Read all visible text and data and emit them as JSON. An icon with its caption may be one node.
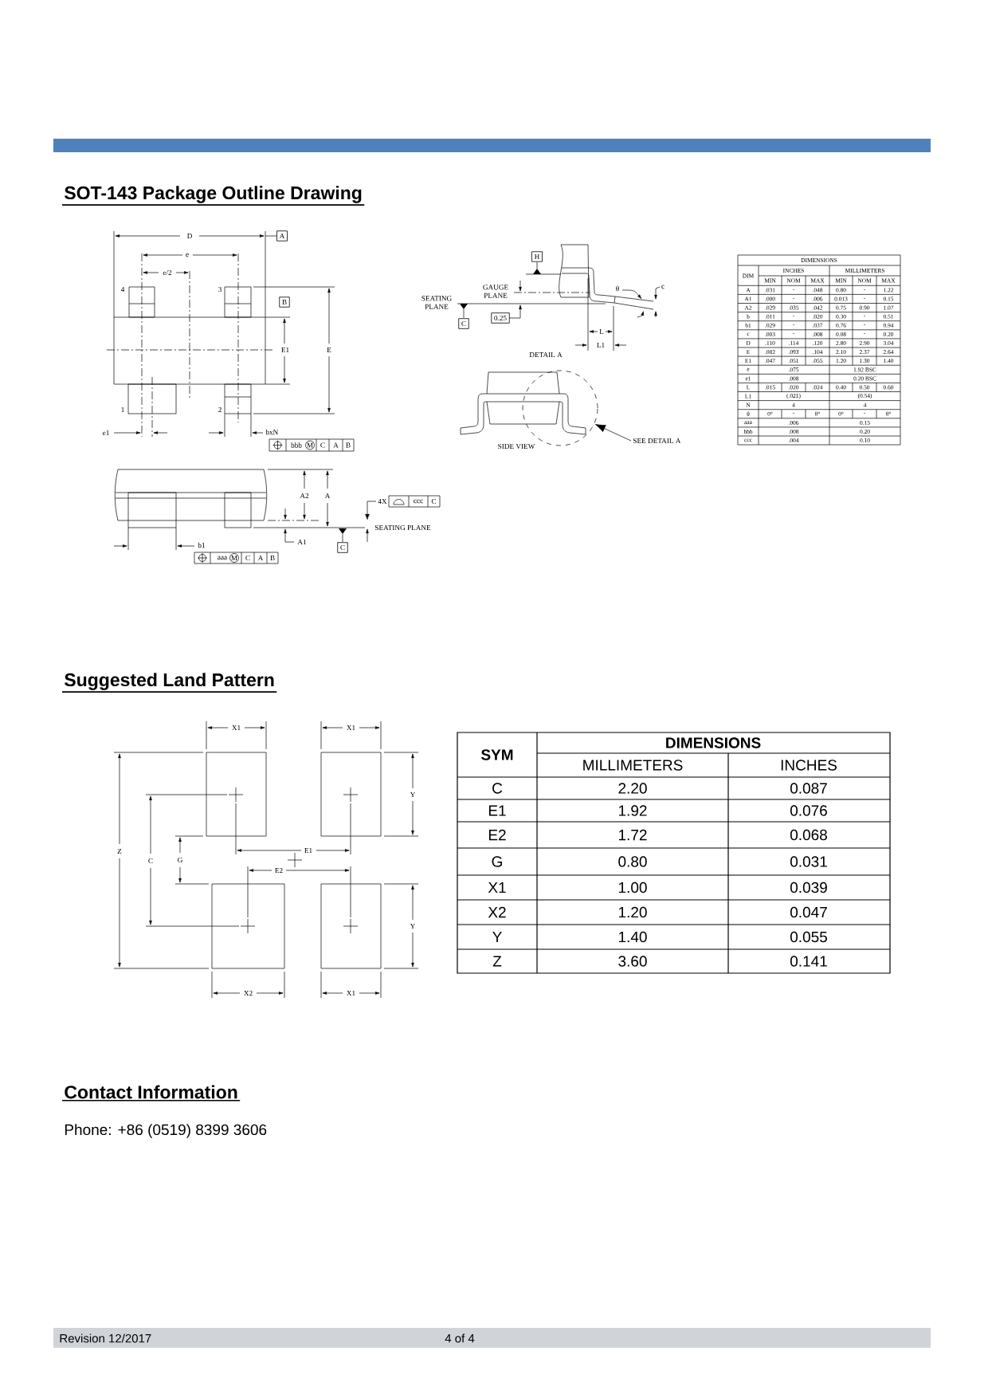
{
  "diagram": {
    "nodes": [
      {
        "text": [
          "SEE DETAIL A"
        ]
      },
      {
        "text": [],
        "shape": "circle"
      }
    ],
    "edges": [
      {
        "from": 0,
        "to": 1,
        "arrow": "to"
      }
    ],
    "labels": [
      "SOT-143 Package Outline Drawing",
      "D",
      "A",
      "e",
      "e/2",
      "4",
      "3",
      "B",
      "E1",
      "E",
      "1",
      "2",
      "e1",
      "bxN",
      "bbb",
      "M",
      "C",
      "A",
      "B",
      "A2",
      "A",
      "4X",
      "ccc",
      "C",
      "SEATING PLANE",
      "A1",
      "C",
      "b1",
      "aaa",
      "M",
      "C",
      "A",
      "B",
      "H",
      "GAUGE PLANE",
      "SEATING PLANE",
      "0.25",
      "C",
      "θ",
      "c",
      "L",
      "L1",
      "DETAIL A",
      "SIDE VIEW",
      "DIMENSIONS",
      "DIM",
      "INCHES",
      "MILLIMETERS",
      "MIN",
      "NOM",
      "MAX",
      "MIN",
      "NOM",
      "MAX",
      "A",
      ".031",
      "-",
      ".048",
      "0.80",
      "-",
      "1.22",
      "A1",
      ".000",
      "-",
      ".006",
      "0.013",
      "-",
      "0.15",
      "A2",
      ".029",
      ".035",
      ".042",
      "0.75",
      "0.90",
      "1.07",
      "b",
      ".011",
      "-",
      ".020",
      "0.30",
      "-",
      "0.51",
      "b1",
      ".029",
      "-",
      ".037",
      "0.76",
      "-",
      "0.94",
      "c",
      ".003",
      "-",
      ".008",
      "0.08",
      "-",
      "0.20",
      "D",
      ".110",
      ".114",
      ".120",
      "2.80",
      "2.90",
      "3.04",
      "E",
      ".082",
      ".093",
      ".104",
      "2.10",
      "2.37",
      "2.64",
      "E1",
      ".047",
      ".051",
      ".055",
      "1.20",
      "1.30",
      "1.40",
      "e",
      ".075",
      "1.92 BSC",
      "e1",
      ".008",
      "0.20 BSC",
      "L",
      ".015",
      ".020",
      ".024",
      "0.40",
      "0.50",
      "0.60",
      "L1",
      "(.021)",
      "(0.54)",
      "N",
      "4",
      "4",
      "θ",
      "0°",
      "-",
      "8°",
      "0°",
      "-",
      "8°",
      "aaa",
      ".006",
      "0.15",
      "bbb",
      ".008",
      "0.20",
      "ccc",
      ".004",
      "0.10",
      "Suggested Land Pattern",
      "X1",
      "X1",
      "Y",
      "Z",
      "C",
      "G",
      "E1",
      "E2",
      "Y",
      "X2",
      "X1",
      "SYM",
      "DIMENSIONS",
      "MILLIMETERS",
      "INCHES",
      "C",
      "2.20",
      "0.087",
      "E1",
      "1.92",
      "0.076",
      "E2",
      "1.72",
      "0.068",
      "G",
      "0.80",
      "0.031",
      "X1",
      "1.00",
      "0.039",
      "X2",
      "1.20",
      "0.047",
      "Y",
      "1.40",
      "0.055",
      "Z",
      "3.60",
      "0.141",
      "Contact Information",
      "Phone: +86 (0519) 8399 3606",
      "Revision 12/2017",
      "4 of 4"
    ]
  }
}
